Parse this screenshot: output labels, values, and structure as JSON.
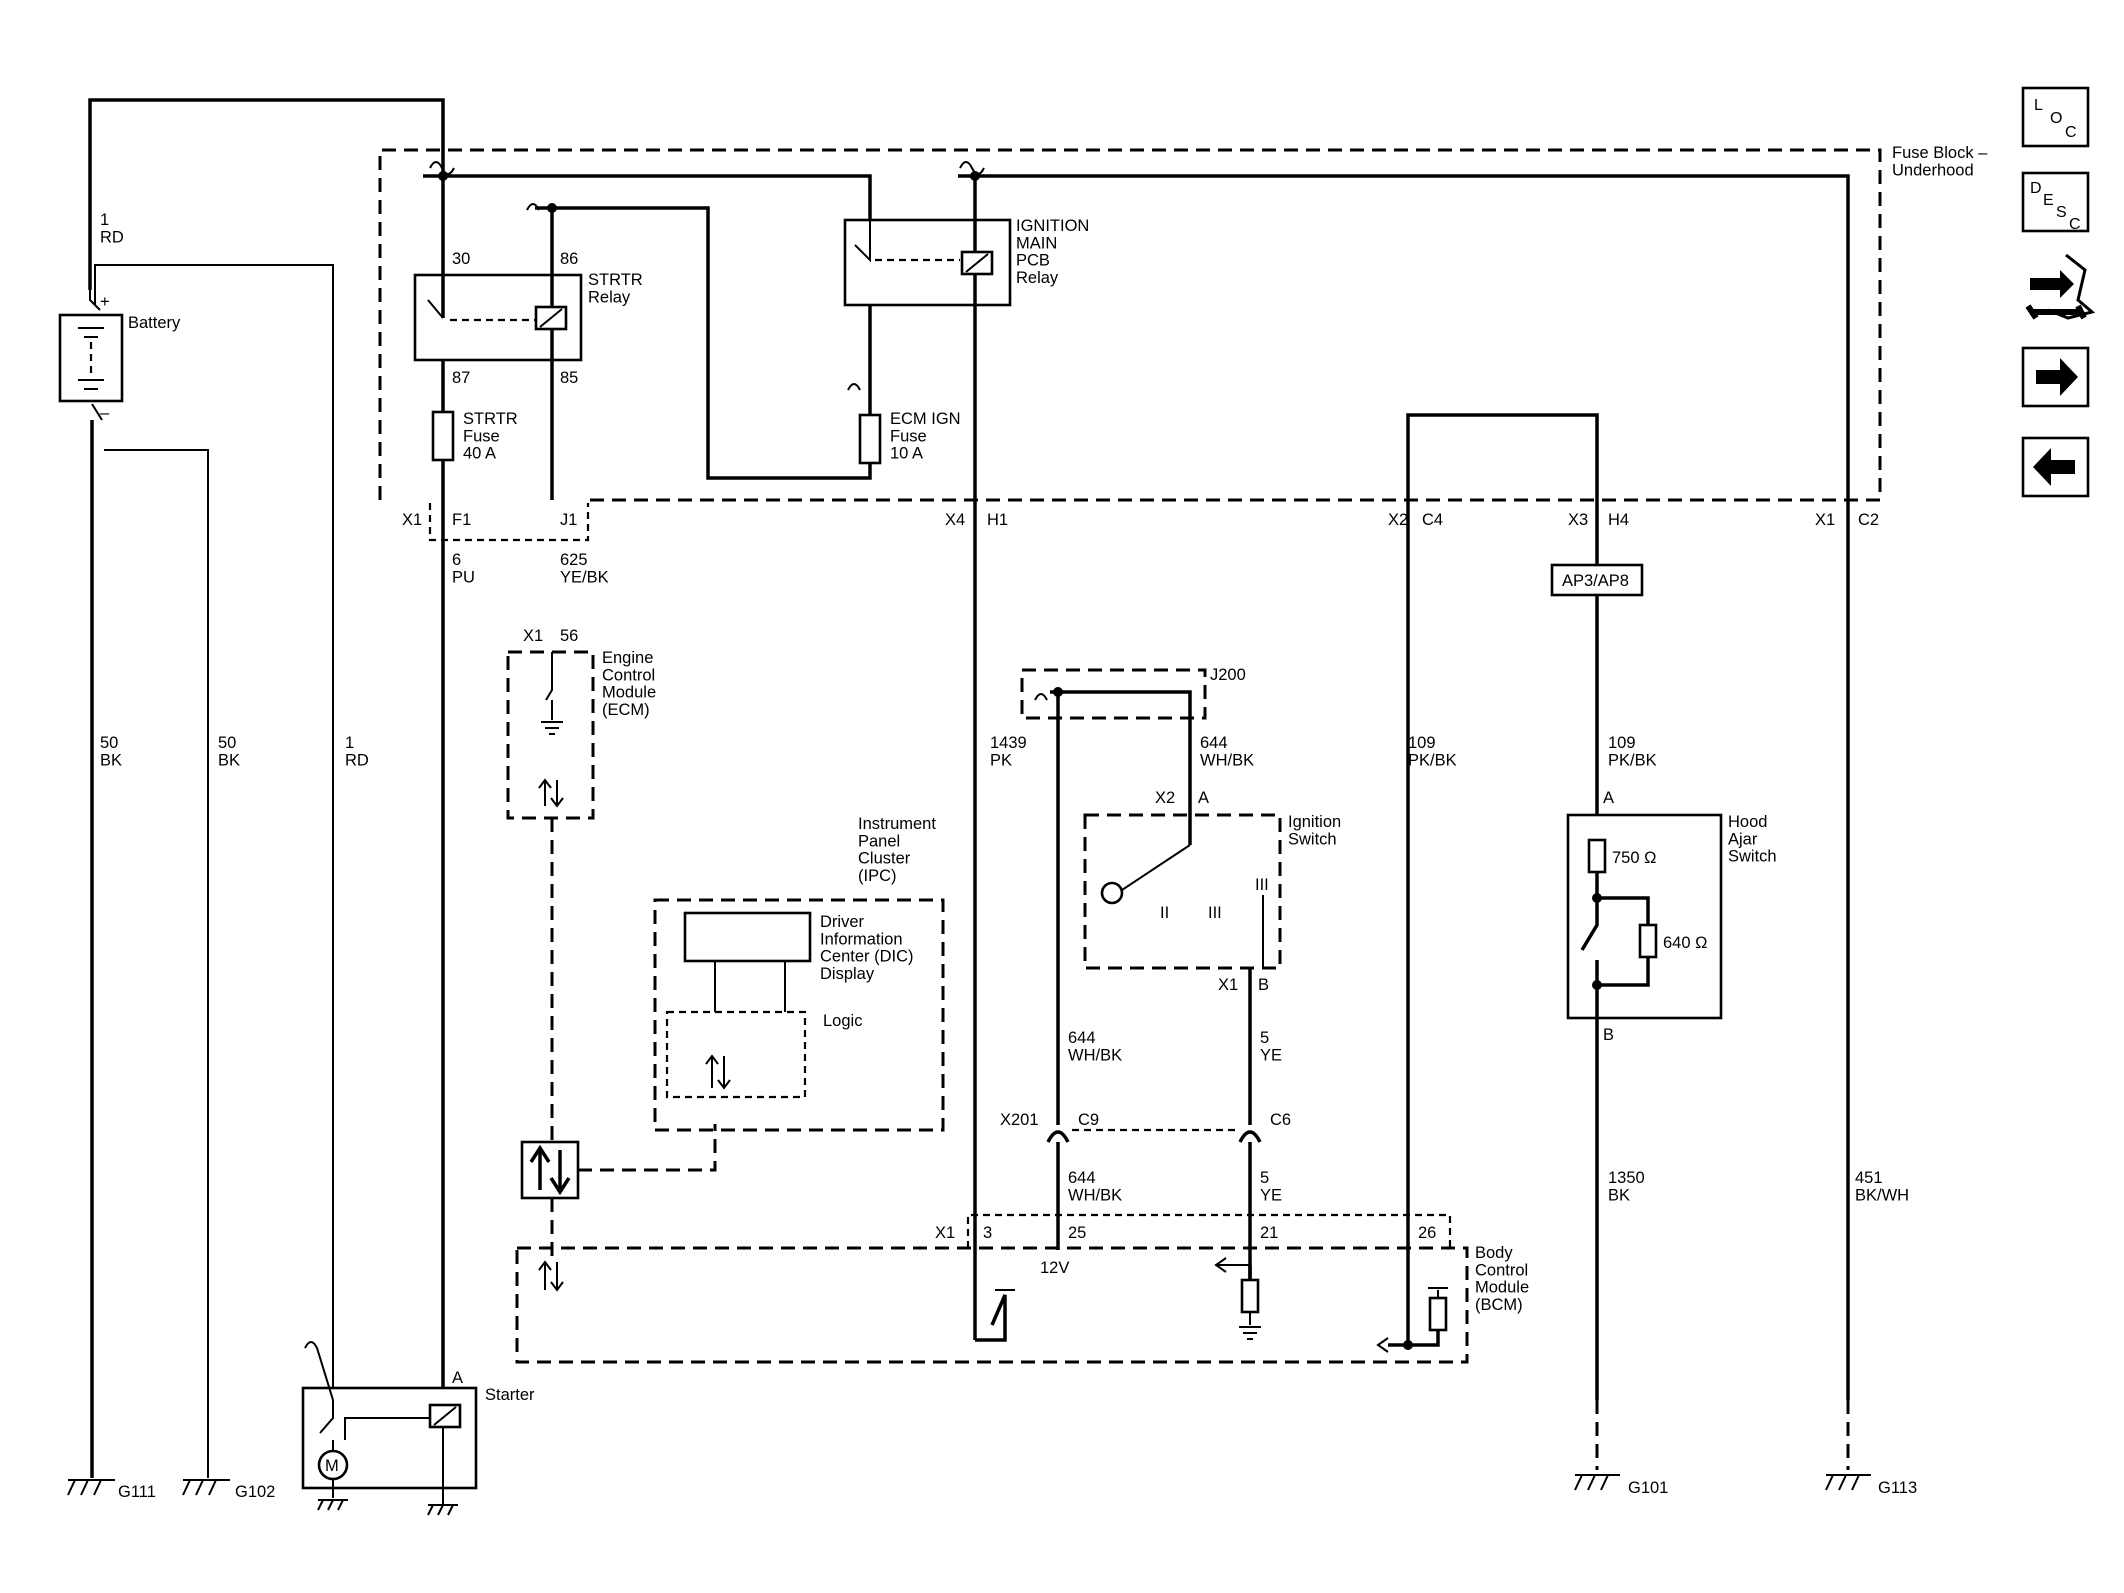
{
  "components": {
    "fuse_block": {
      "name": "Fuse Block –\nUnderhood"
    },
    "battery": {
      "name": "Battery",
      "plus": "+",
      "minus": "–"
    },
    "strtr_relay": {
      "name": "STRTR\nRelay",
      "pins": [
        "30",
        "86",
        "87",
        "85"
      ]
    },
    "ign_relay": {
      "name": "IGNITION\nMAIN\nPCB\nRelay"
    },
    "strtr_fuse": {
      "name": "STRTR\nFuse\n40 A"
    },
    "ecm_fuse": {
      "name": "ECM IGN\nFuse\n10 A"
    },
    "ecm": {
      "name": "Engine\nControl\nModule\n(ECM)"
    },
    "ipc": {
      "name": "Instrument\nPanel\nCluster\n(IPC)"
    },
    "dic": {
      "name": "Driver\nInformation\nCenter (DIC)\nDisplay"
    },
    "logic": {
      "name": "Logic"
    },
    "ignition_switch": {
      "name": "Ignition\nSwitch",
      "positions": [
        "II",
        "III"
      ],
      "pos3": "III"
    },
    "hood_switch": {
      "name": "Hood\nAjar\nSwitch",
      "r1": "750 Ω",
      "r2": "640 Ω"
    },
    "bcm": {
      "name": "Body\nControl\nModule\n(BCM)",
      "volt": "12V"
    },
    "starter": {
      "name": "Starter",
      "motor": "M"
    },
    "j200": {
      "name": "J200"
    },
    "ap": {
      "name": "AP3/AP8"
    }
  },
  "connectors": {
    "x1_f1": "X1",
    "f1": "F1",
    "j1": "J1",
    "x4": "X4",
    "h1": "H1",
    "x2_c4": "X2",
    "c4": "C4",
    "x3": "X3",
    "h4": "H4",
    "x1_c2": "X1",
    "c2": "C2",
    "ecm_x1": "X1",
    "ecm_56": "56",
    "ign_x2": "X2",
    "ign_a": "A",
    "ign_x1": "X1",
    "ign_b": "B",
    "x201": "X201",
    "c9": "C9",
    "c6": "C6",
    "bcm_x1": "X1",
    "bcm_3": "3",
    "bcm_25": "25",
    "bcm_21": "21",
    "bcm_26": "26",
    "hood_a": "A",
    "hood_b": "B",
    "starter_a": "A"
  },
  "wires": {
    "w1rd_top": "1\nRD",
    "w6pu": "6\nPU",
    "w625": "625\nYE/BK",
    "w50bk_a": "50\nBK",
    "w50bk_b": "50\nBK",
    "w1rd": "1\nRD",
    "w1439": "1439\nPK",
    "w644_top": "644\nWH/BK",
    "w644_mid": "644\nWH/BK",
    "w644_low": "644\nWH/BK",
    "w5ye_mid": "5\nYE",
    "w5ye_low": "5\nYE",
    "w109_left": "109\nPK/BK",
    "w109_right": "109\nPK/BK",
    "w1350": "1350\nBK",
    "w451": "451\nBK/WH"
  },
  "grounds": {
    "g111": "G111",
    "g102": "G102",
    "g101": "G101",
    "g113": "G113"
  },
  "nav": {
    "loc": {
      "l1": "L",
      "l2": "O",
      "l3": "C"
    },
    "desc": {
      "l1": "D",
      "l2": "E",
      "l3": "S",
      "l4": "C"
    }
  }
}
